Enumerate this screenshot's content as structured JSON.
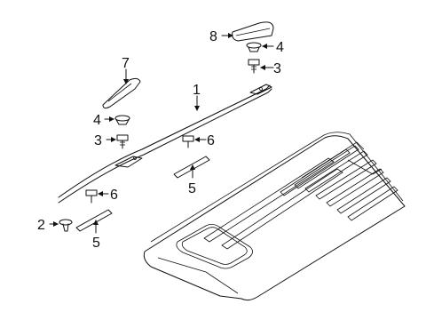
{
  "callouts": [
    {
      "id": "c1",
      "text": "1"
    },
    {
      "id": "c2",
      "text": "2"
    },
    {
      "id": "c3a",
      "text": "3"
    },
    {
      "id": "c3b",
      "text": "3"
    },
    {
      "id": "c4a",
      "text": "4"
    },
    {
      "id": "c4b",
      "text": "4"
    },
    {
      "id": "c5a",
      "text": "5"
    },
    {
      "id": "c5b",
      "text": "5"
    },
    {
      "id": "c6a",
      "text": "6"
    },
    {
      "id": "c6b",
      "text": "6"
    },
    {
      "id": "c7",
      "text": "7"
    },
    {
      "id": "c8",
      "text": "8"
    }
  ]
}
